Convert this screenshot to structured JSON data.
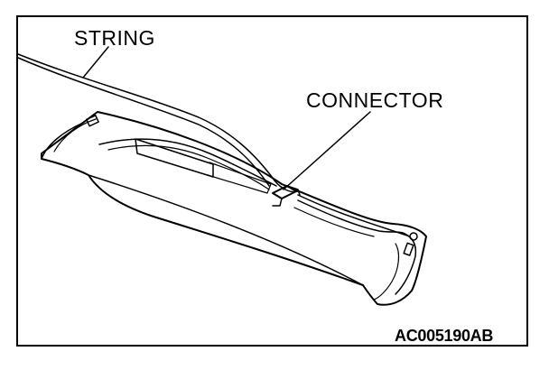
{
  "labels": {
    "string": "STRING",
    "connector": "CONNECTOR"
  },
  "figure_code": "AC005190AB",
  "colors": {
    "line": "#000000",
    "background": "#ffffff"
  }
}
